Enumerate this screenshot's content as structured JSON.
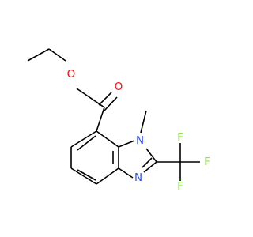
{
  "structure": {
    "atoms": {
      "ester_oxygen": {
        "label": "O",
        "color": "#ff0d0d"
      },
      "carbonyl_oxygen": {
        "label": "O",
        "color": "#ff0d0d"
      },
      "ring_n1": {
        "label": "N",
        "color": "#3050f8"
      },
      "ring_n3": {
        "label": "N",
        "color": "#3050f8"
      },
      "fluorine_top": {
        "label": "F",
        "color": "#90e050"
      },
      "fluorine_right": {
        "label": "F",
        "color": "#90e050"
      },
      "fluorine_bottom": {
        "label": "F",
        "color": "#90e050"
      }
    }
  }
}
